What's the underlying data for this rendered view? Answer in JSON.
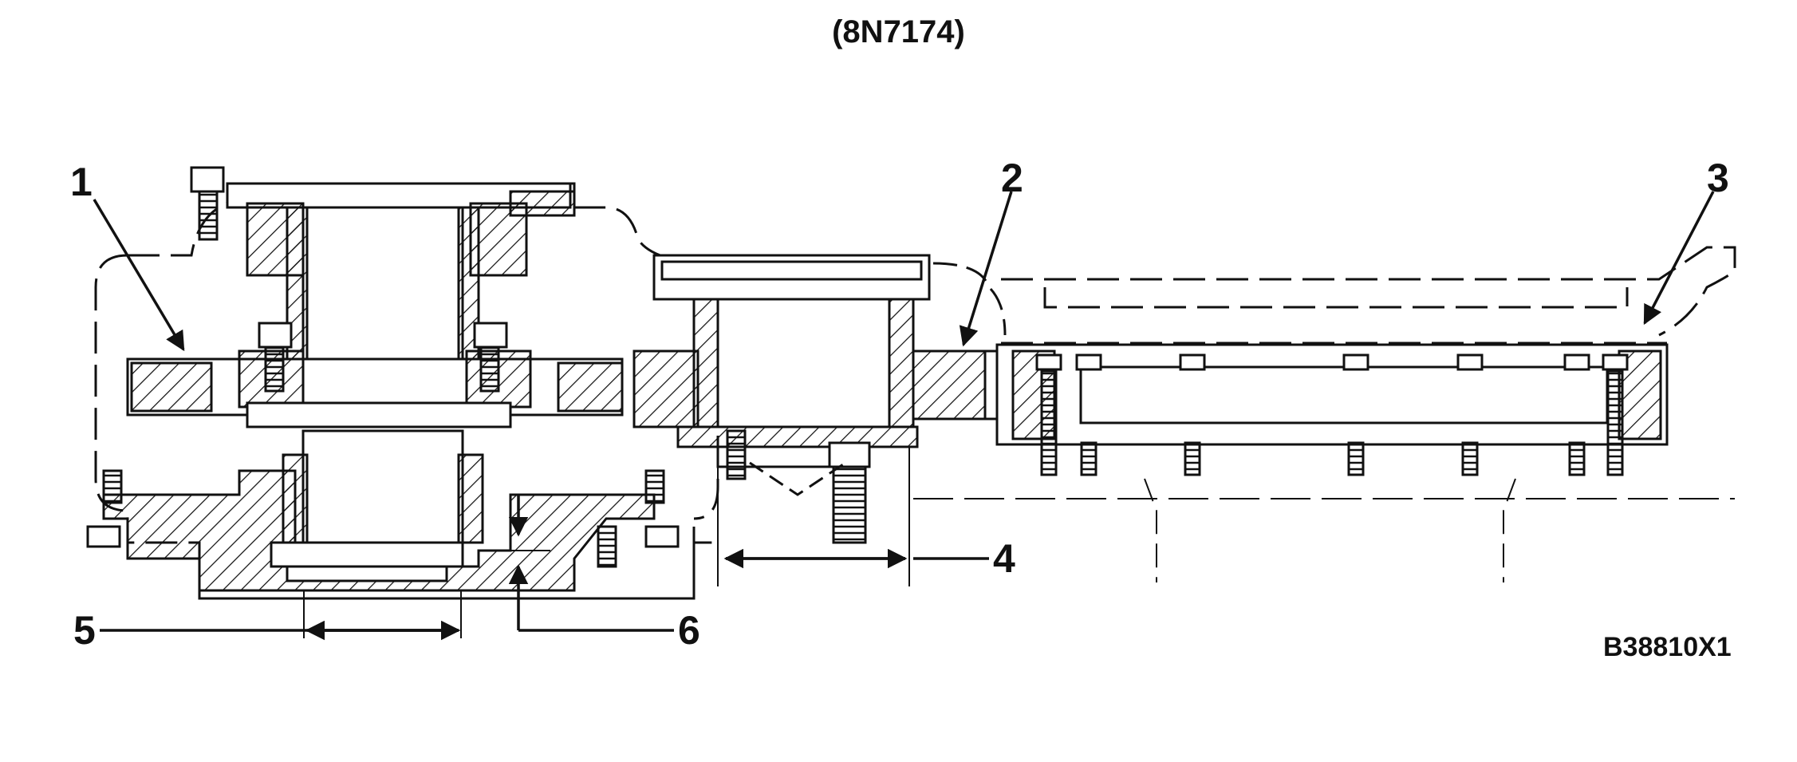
{
  "title": "(8N7174)",
  "figure_code": "B38810X1",
  "callouts": [
    "1",
    "2",
    "3",
    "4",
    "5",
    "6"
  ]
}
